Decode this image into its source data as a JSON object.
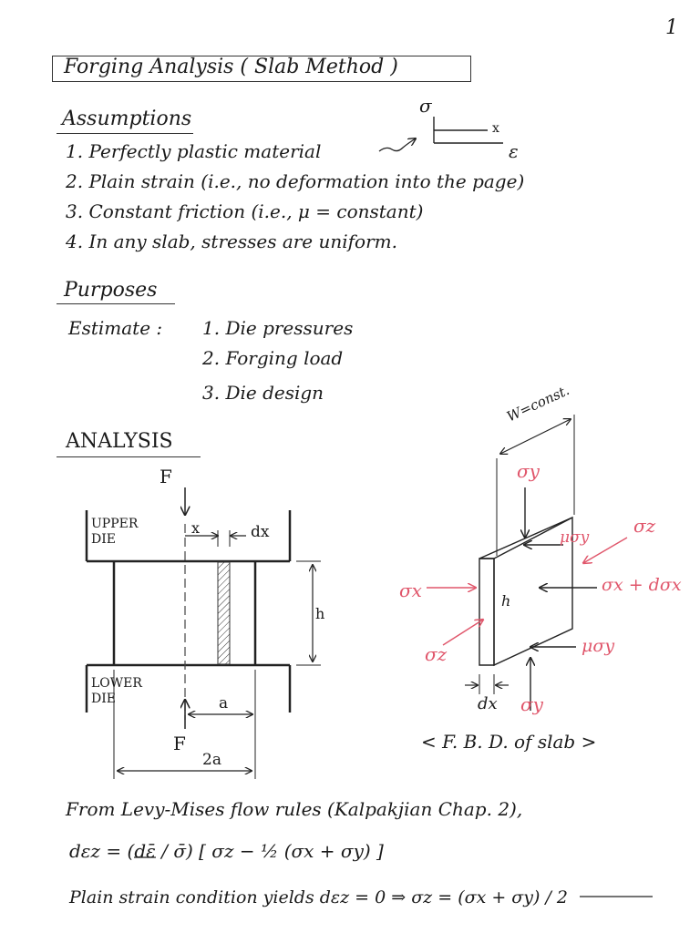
{
  "page_number": "1",
  "title": "Forging Analysis ( Slab Method )",
  "assumptions": {
    "heading": "Assumptions",
    "items": [
      "1. Perfectly plastic material",
      "2. Plain strain (i.e., no deformation into the page)",
      "3. Constant friction (i.e., μ = constant)",
      "4. In any slab, stresses are uniform."
    ],
    "sigma_label": "σ",
    "epsilon_label": "ε",
    "x_mark": "x"
  },
  "purposes": {
    "heading": "Purposes",
    "estimate_label": "Estimate :",
    "items": [
      "1. Die pressures",
      "2. Forging load",
      "3. Die design"
    ]
  },
  "analysis": {
    "heading": "ANALYSIS",
    "left_fig": {
      "force_top": "F",
      "force_bottom": "F",
      "upper_die": "UPPER DIE",
      "lower_die": "LOWER DIE",
      "x": "x",
      "dx": "dx",
      "h": "h",
      "a": "a",
      "two_a": "2a"
    },
    "right_fig": {
      "width": "W=const.",
      "sigma_y_top": "σy",
      "mu_sigma_y_top": "μσy",
      "sigma_z_right": "σz",
      "sigma_x_left": "σx",
      "h": "h",
      "sigma_x_dx": "σx + dσx",
      "sigma_z_left": "σz",
      "mu_sigma_y_bottom": "μσy",
      "sigma_y_bottom": "σy",
      "dx": "dx",
      "caption": "< F. B. D. of slab >"
    }
  },
  "equations": {
    "line1": "From Levy-Mises flow rules (Kalpakjian Chap. 2),",
    "line2": "dεz = (dε̄ / σ̄) [ σz − ½ (σx + σy) ]",
    "line3": "Plain strain condition yields  dεz = 0  ⇒  σz = (σx + σy) / 2"
  }
}
